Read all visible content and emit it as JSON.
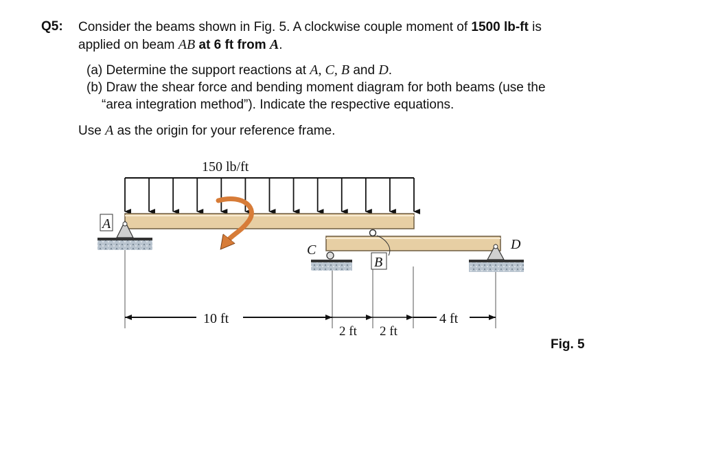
{
  "question": {
    "number": "Q5:",
    "line1_a": "Consider the beams shown in Fig. 5. A clockwise couple moment of ",
    "line1_moment": "1500 lb-ft",
    "line1_b": " is",
    "line2_a": "applied on beam ",
    "line2_beam": "AB",
    "line2_bold": " at 6 ft from ",
    "line2_origin": "A",
    "line2_end": ".",
    "part_a_text": "(a) Determine the support reactions at ",
    "part_a_pts": "A, C, B",
    "part_a_and": " and ",
    "part_a_last": "D",
    "part_a_end": ".",
    "part_b_line1": "(b) Draw the shear force and bending moment diagram for both beams (use the",
    "part_b_line2": "“area integration method”). Indicate the respective equations.",
    "use_a": "Use ",
    "use_origin": "A",
    "use_b": " as the origin for your reference frame."
  },
  "figure": {
    "load_label": "150 lb/ft",
    "label_A": "A",
    "label_B": "B",
    "label_C": "C",
    "label_D": "D",
    "dim_10": "10 ft",
    "dim_2a": "2 ft",
    "dim_2b": "2 ft",
    "dim_4": "4 ft",
    "caption": "Fig. 5"
  },
  "colors": {
    "beam": "#e7cfa4",
    "beam_edge": "#6e5c40",
    "couple": "#d77c38",
    "support": "#c9c9c9",
    "ground": "#9aa8b6"
  }
}
